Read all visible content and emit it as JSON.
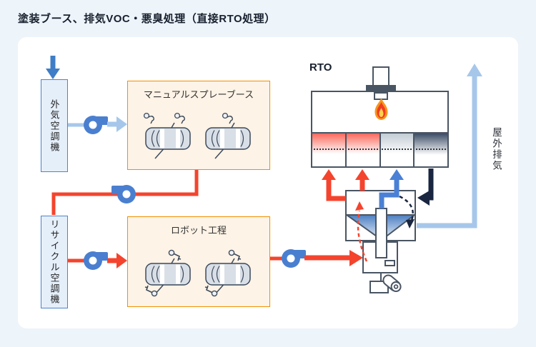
{
  "page": {
    "title": "塗装ブース、排気VOC・悪臭処理（直接RTO処理）"
  },
  "equipment": {
    "outside_air_unit": {
      "label": "外気空調機"
    },
    "recycle_air_unit": {
      "label": "リサイクル空調機"
    },
    "manual_spray_booth": {
      "label": "マニュアルスプレーブース",
      "cars": 2,
      "painters": 3
    },
    "robot_process": {
      "label": "ロボット工程",
      "cars": 2,
      "robot_arms": 4
    },
    "rto": {
      "label": "RTO",
      "bed_cells": 4,
      "burner": "flame"
    },
    "outdoor_exhaust": {
      "label": "屋外排気"
    }
  },
  "icons": {
    "fan-icon": "centrifugal blower (blue circle with outlet duct)",
    "flame-icon": "burner flame",
    "car-icon": "car body top view on conveyor",
    "painter-icon": "manual spray operator",
    "robot-arm-icon": "paint robot arm",
    "motor-crank-icon": "rotary valve drive"
  },
  "colors": {
    "background": "#edf4fa",
    "panel": "#ffffff",
    "exhaust_red": "#f4442e",
    "supply_blue": "#4a80d2",
    "light_blue": "#a6c7ea",
    "navy": "#1a2640",
    "orange_border": "#f09000",
    "cream_fill": "#fdf3e6",
    "unit_fill": "#e5effa",
    "unit_border": "#4f83c8",
    "outline_gray": "#4a5563",
    "bed_hot": "#fa695c",
    "bed_warm": "#c3cbd4",
    "bed_cold": "#3c4d66"
  }
}
